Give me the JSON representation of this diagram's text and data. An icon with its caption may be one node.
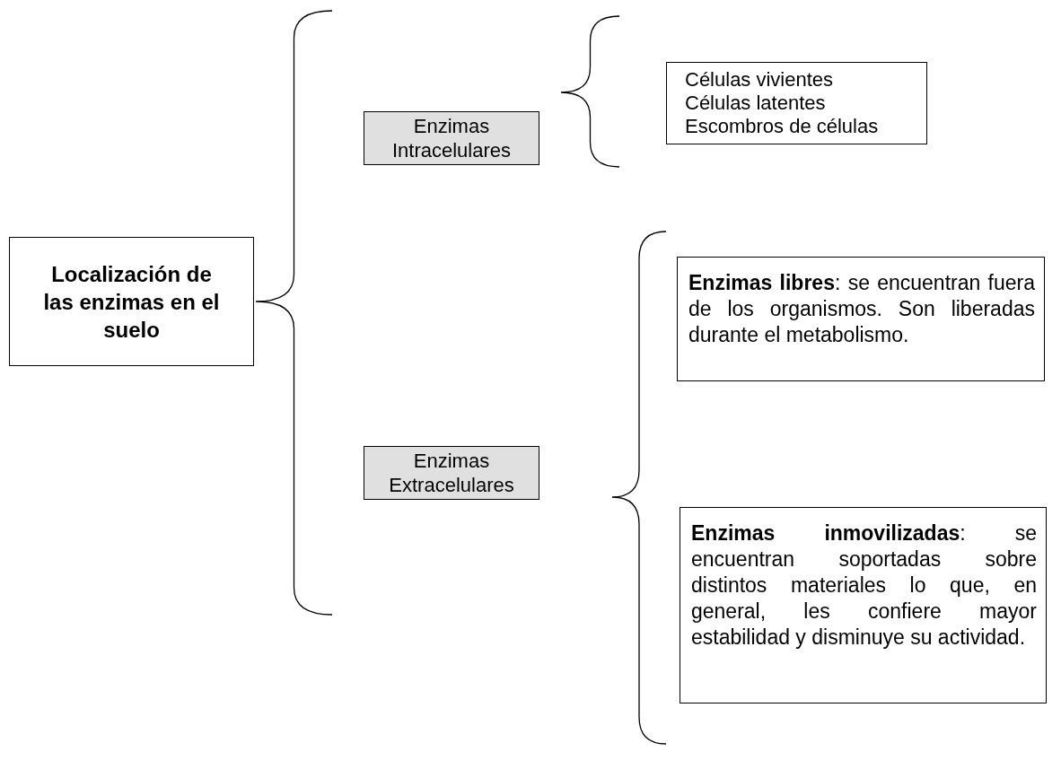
{
  "diagram": {
    "nodes": [
      {
        "text": [
          "Localización de las enzimas en el suelo"
        ]
      },
      {
        "text": [
          "Enzimas Intracelulares"
        ]
      },
      {
        "text": [
          "Células vivientes",
          "Células latentes",
          "Escombros de células"
        ]
      },
      {
        "text": [
          "Enzimas Extracelulares"
        ]
      },
      {
        "text": [
          "**Enzimas libres**: se encuentran fuera de los organismos. Son liberadas durante el metabolismo."
        ]
      },
      {
        "text": [
          "**Enzimas inmovilizadas**: se encuentran soportadas sobre distintos materiales lo que, en general, les confiere mayor estabilidad y disminuye su actividad."
        ]
      }
    ]
  }
}
